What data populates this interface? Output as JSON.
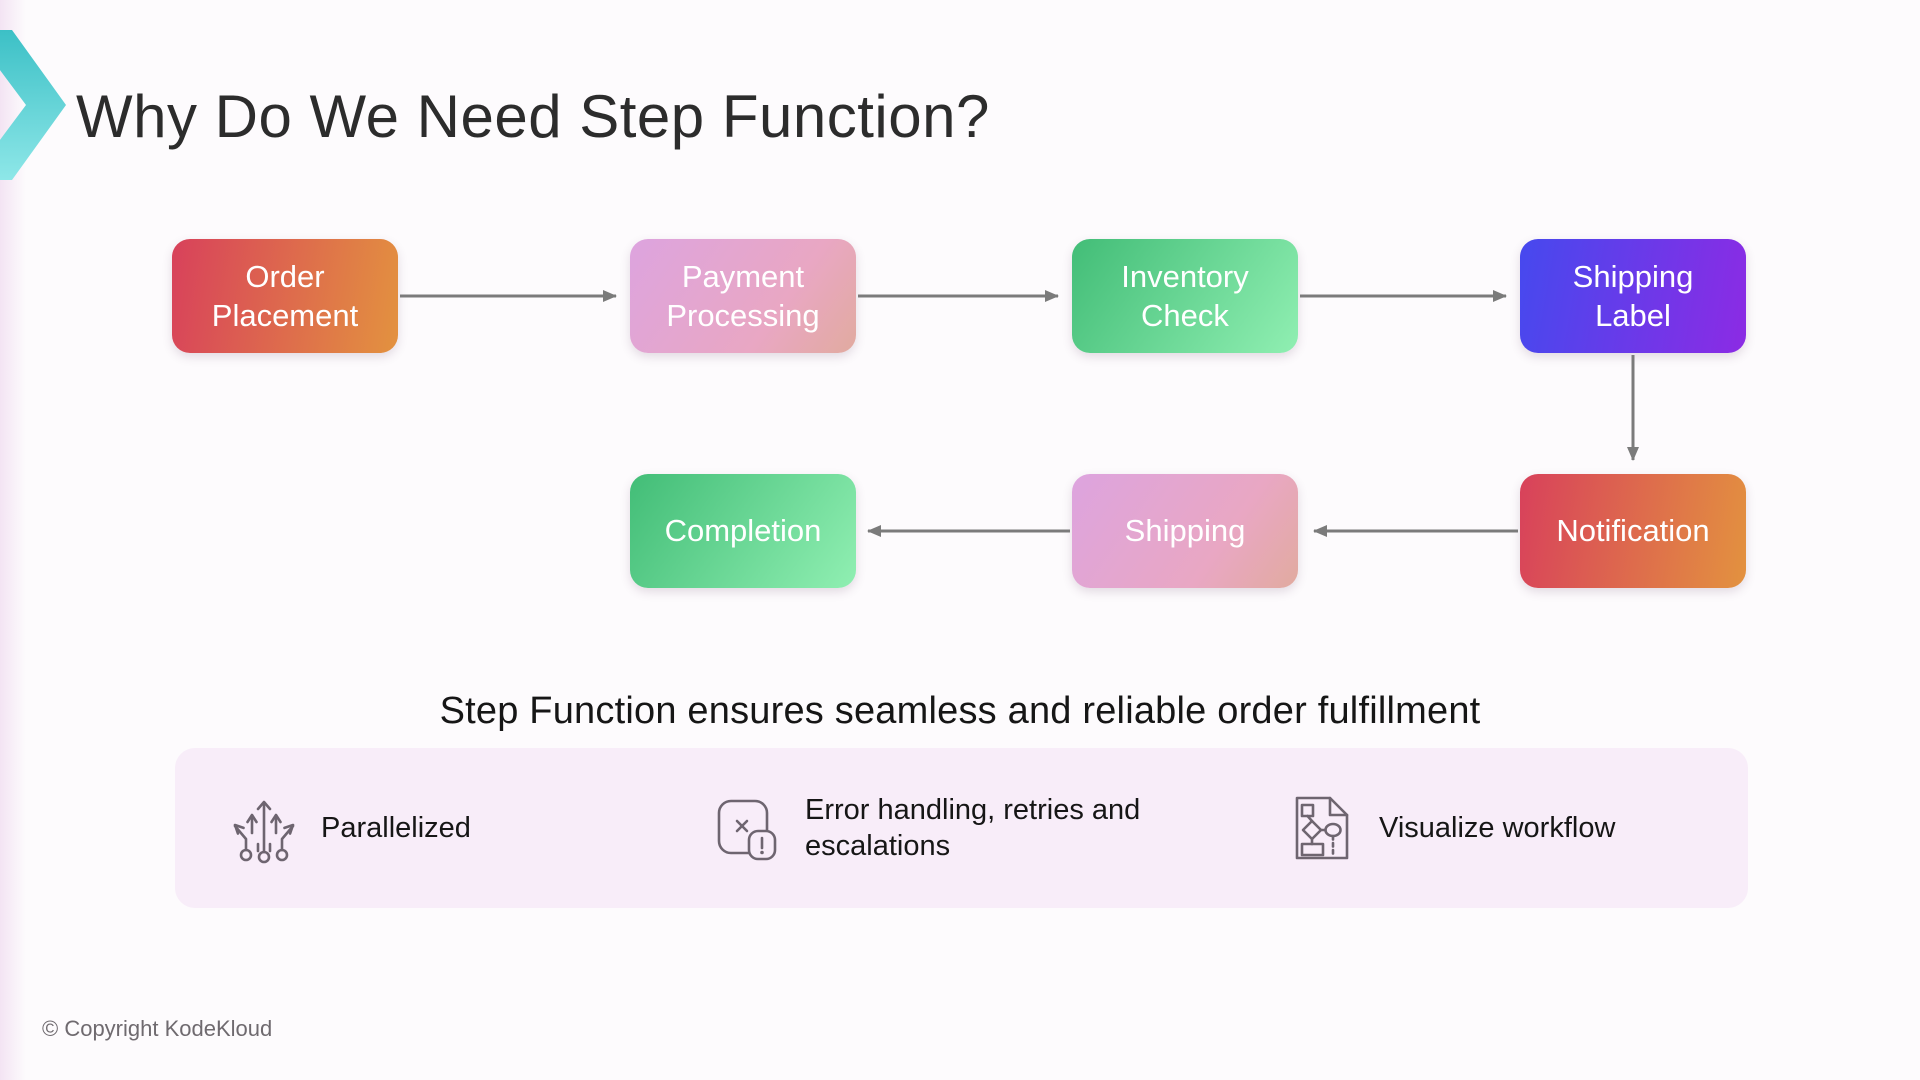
{
  "colors": {
    "page-bg": "#fdfbfd",
    "bar-bg": "#f8edf9",
    "arrow": "#7b7b7b",
    "title": "#2c2c2c",
    "text-dark": "#161616",
    "muted": "#6f6a6f",
    "icon-stroke": "#6e6570",
    "chevron-from": "#3cc0c6",
    "chevron-to": "#8ee7e8"
  },
  "header": {
    "title": "Why Do We Need Step Function?"
  },
  "flow": {
    "nodes": [
      {
        "id": "order-placement",
        "label": "Order\nPlacement",
        "gradient": {
          "angle": 100,
          "stops": [
            "#d8415b 0%",
            "#e3923f 100%"
          ]
        }
      },
      {
        "id": "payment-processing",
        "label": "Payment\nProcessing",
        "gradient": {
          "angle": 125,
          "stops": [
            "#dda4df 0%",
            "#e9a7c3 65%",
            "#e0ab9a 105%"
          ]
        }
      },
      {
        "id": "inventory-check",
        "label": "Inventory\nCheck",
        "gradient": {
          "angle": 125,
          "stops": [
            "#42bd77 0%",
            "#90efb2 100%"
          ]
        }
      },
      {
        "id": "shipping-label",
        "label": "Shipping\nLabel",
        "gradient": {
          "angle": 100,
          "stops": [
            "#4649ee 0%",
            "#8c2be4 100%"
          ]
        }
      },
      {
        "id": "notification",
        "label": "Notification",
        "gradient": {
          "angle": 100,
          "stops": [
            "#d8415b 0%",
            "#e3923f 100%"
          ]
        }
      },
      {
        "id": "shipping",
        "label": "Shipping",
        "gradient": {
          "angle": 125,
          "stops": [
            "#dda4df 0%",
            "#e9a7c3 65%",
            "#e0ab9a 105%"
          ]
        }
      },
      {
        "id": "completion",
        "label": "Completion",
        "gradient": {
          "angle": 125,
          "stops": [
            "#42bd77 0%",
            "#90efb2 100%"
          ]
        }
      }
    ]
  },
  "statement": "Step Function ensures seamless and reliable order fulfillment",
  "features": [
    {
      "icon": "parallel-branches-icon",
      "label": "Parallelized"
    },
    {
      "icon": "error-document-icon",
      "label": "Error handling, retries and\nescalations"
    },
    {
      "icon": "workflow-document-icon",
      "label": "Visualize workflow"
    }
  ],
  "footer": {
    "copyright": "© Copyright KodeKloud"
  }
}
